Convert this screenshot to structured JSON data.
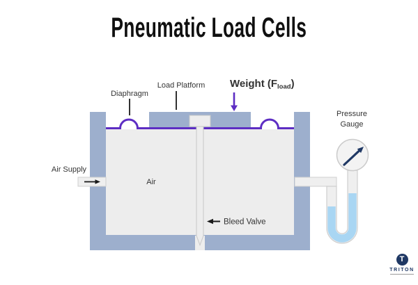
{
  "title": "Pneumatic Load Cells",
  "diagram": {
    "component_labels": {
      "diaphragm": "Diaphragm",
      "load_platform": "Load Platform",
      "weight_prefix": "Weight (F",
      "weight_subscript": "load",
      "weight_suffix": ")",
      "air_supply": "Air Supply",
      "air": "Air",
      "bleed_valve": "Bleed Valve",
      "pressure_gauge_line1": "Pressure",
      "pressure_gauge_line2": "Gauge"
    },
    "colors": {
      "wall_blue_gray": "#9dafcd",
      "chamber_fill": "#ededed",
      "pipe_fill": "#efefef",
      "pipe_border": "#cfcfcf",
      "diaphragm_purple": "#5d2dc3",
      "gauge_liquid_blue": "#a9d6f3",
      "needle_navy": "#1f3864",
      "label_text": "#333333"
    },
    "icons": {
      "air_supply_arrow": "right-arrow",
      "bleed_valve_arrow": "left-arrow",
      "weight_arrow": "down-arrow",
      "gauge_needle": "diagonal-up-right-arrow"
    }
  },
  "logo": {
    "brand": "TRITON",
    "icon": "circle-t-monogram"
  }
}
